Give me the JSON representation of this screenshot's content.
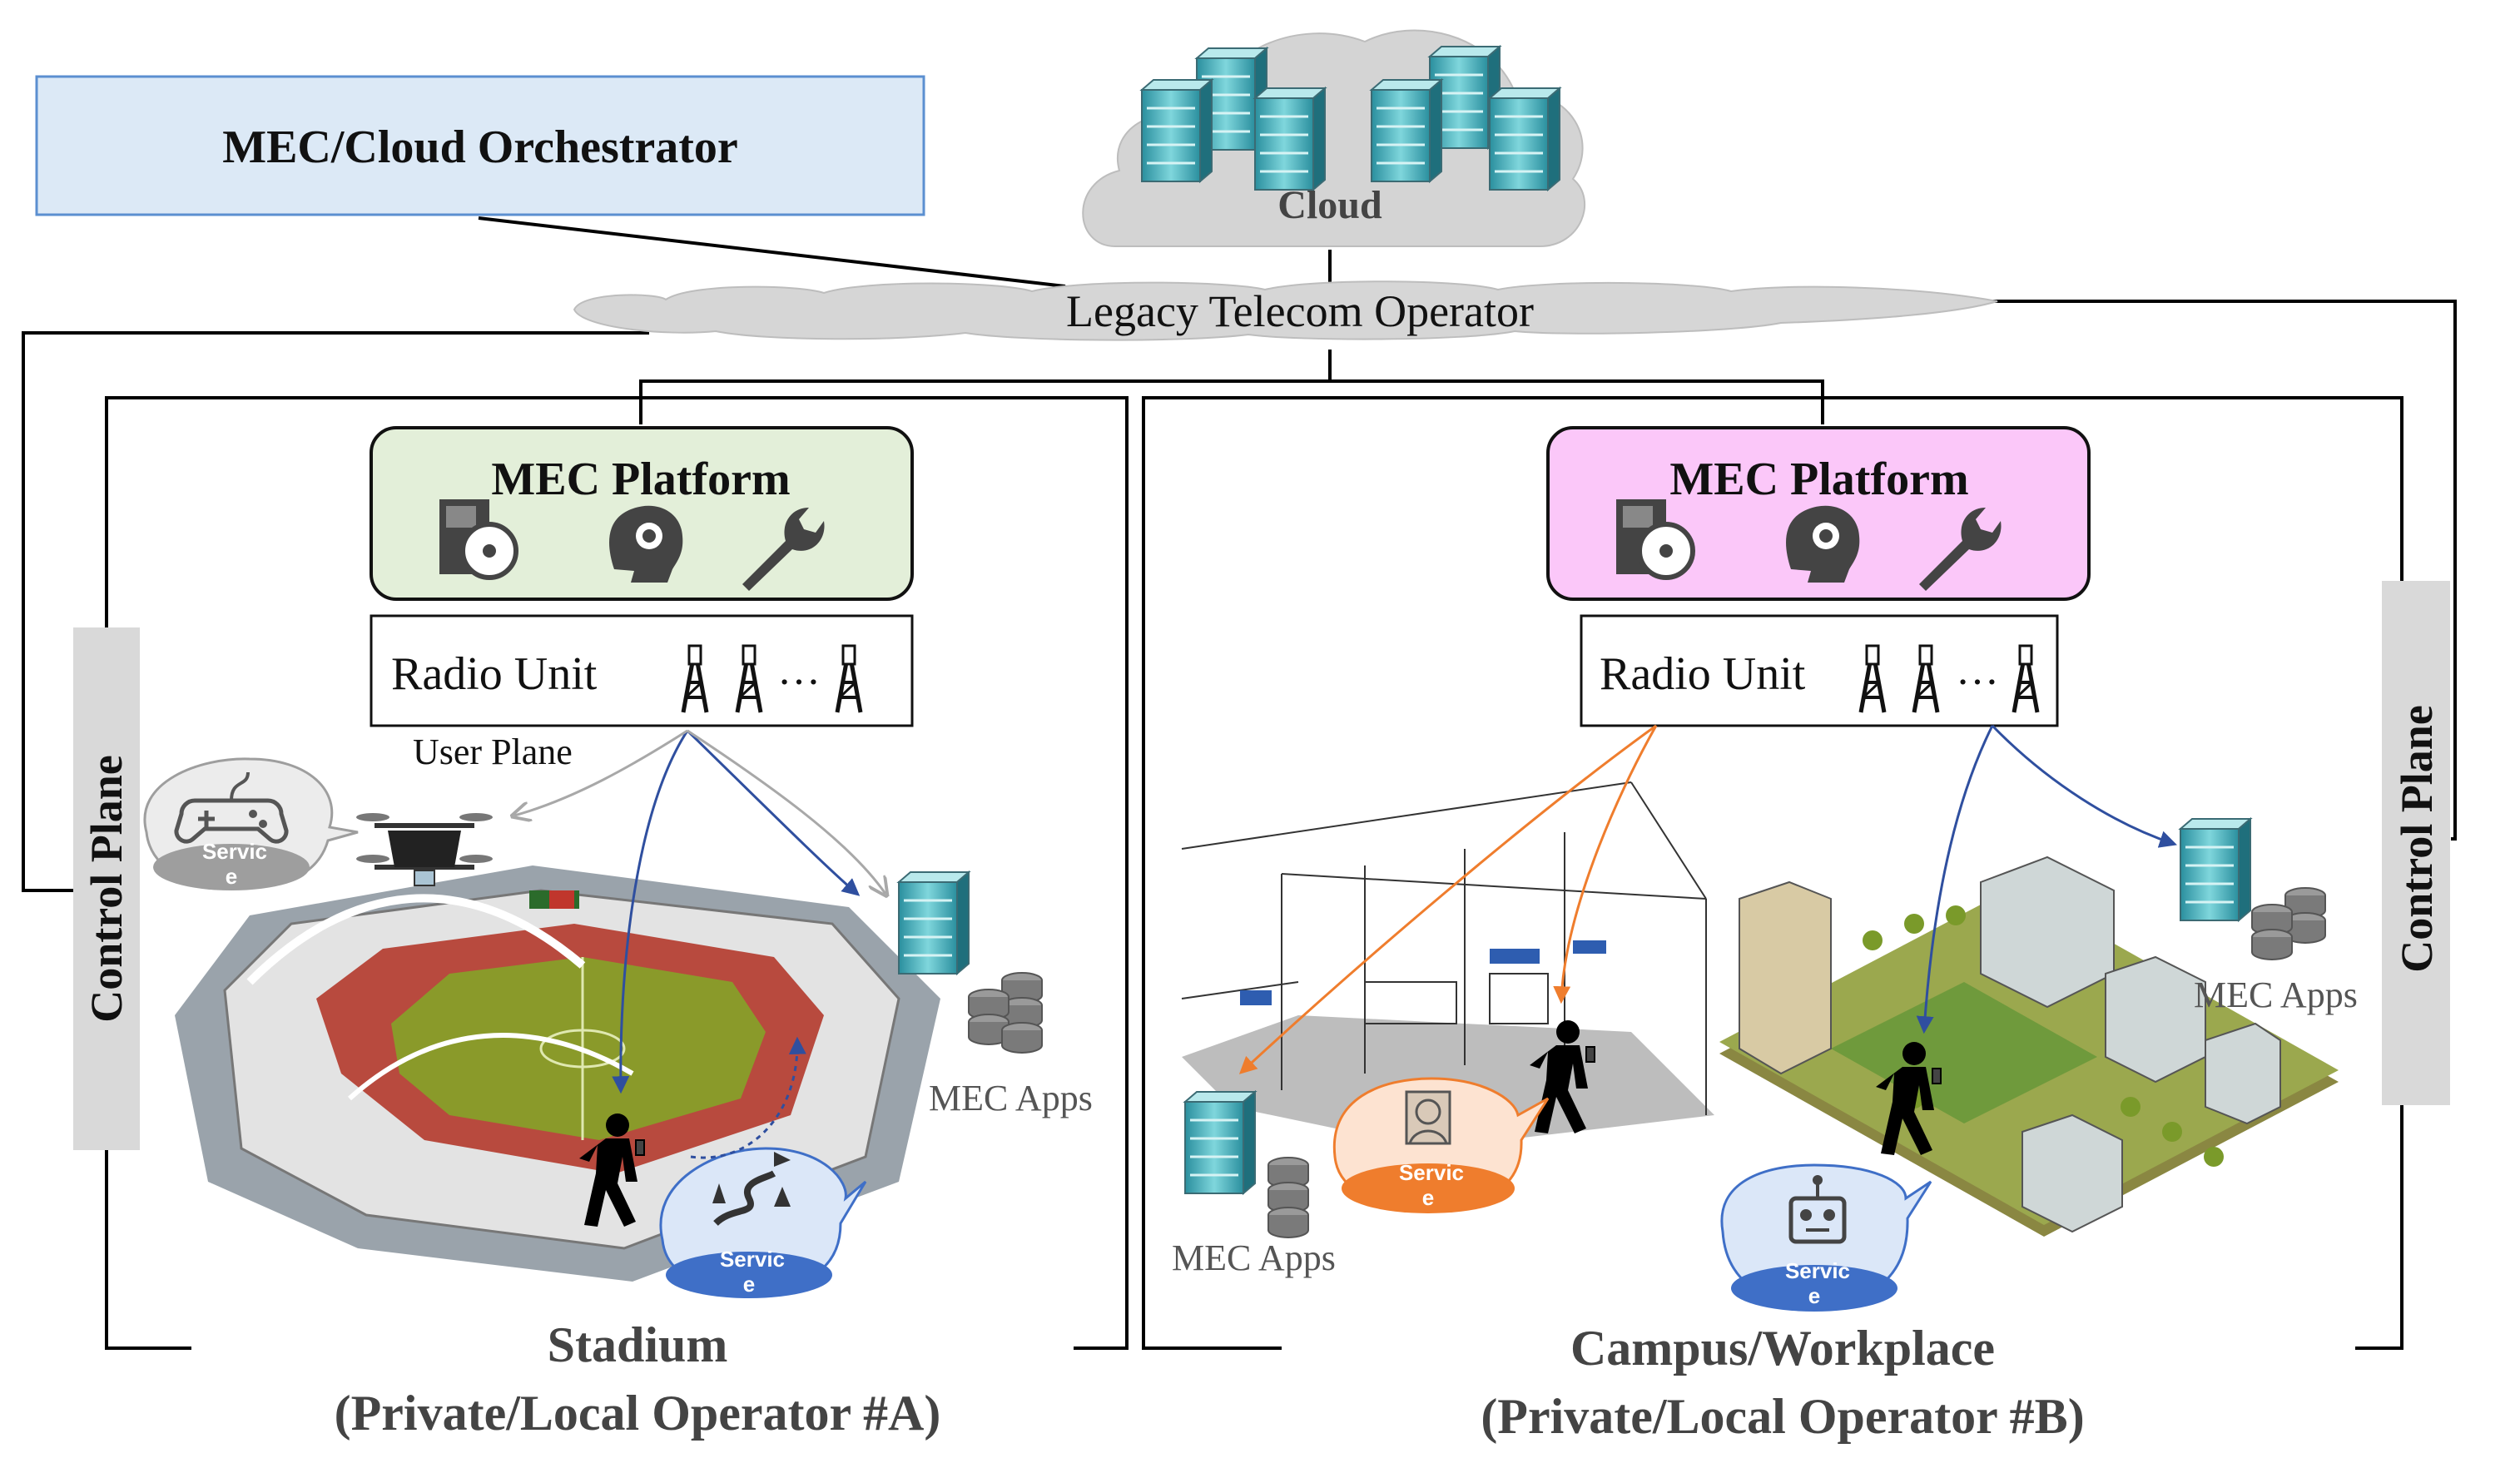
{
  "orchestrator": {
    "label": "MEC/Cloud Orchestrator"
  },
  "cloud": {
    "label": "Cloud"
  },
  "legacy_operator": {
    "label": "Legacy Telecom Operator"
  },
  "control_plane": {
    "left_label": "Control Plane",
    "right_label": "Control Plane"
  },
  "user_plane": {
    "label": "User Plane"
  },
  "operator_a": {
    "mec_platform": "MEC Platform",
    "radio_unit": "Radio Unit",
    "mec_apps": "MEC Apps",
    "site_name": "Stadium",
    "operator_name": "(Private/Local Operator #A)",
    "service_bubbles": [
      {
        "line1": "Servic",
        "line2": "e",
        "icon": "gamepad-icon",
        "color": "#9e9e9e"
      },
      {
        "line1": "Servic",
        "line2": "e",
        "icon": "route-map-icon",
        "color": "#3f6fc7"
      }
    ]
  },
  "operator_b": {
    "mec_platform": "MEC Platform",
    "radio_unit": "Radio Unit",
    "mec_apps_indoor": "MEC Apps",
    "mec_apps_campus": "MEC Apps",
    "site_name": "Campus/Workplace",
    "operator_name": "(Private/Local Operator #B)",
    "service_bubbles": [
      {
        "line1": "Servic",
        "line2": "e",
        "icon": "face-recognition-icon",
        "color": "#ef7d2d"
      },
      {
        "line1": "Servic",
        "line2": "e",
        "icon": "robot-icon",
        "color": "#3f6fc7"
      }
    ]
  },
  "colors": {
    "orchestrator_fill": "#dce9f6",
    "orchestrator_border": "#5b8fd0",
    "mec_a_fill": "#e3efd9",
    "mec_b_fill": "#fbc7f9",
    "cloud_fill": "#d4d4d4",
    "blue_arrow": "#2f4f9f",
    "orange_arrow": "#ef7d2d",
    "gray_arrow": "#a8a8a8"
  }
}
